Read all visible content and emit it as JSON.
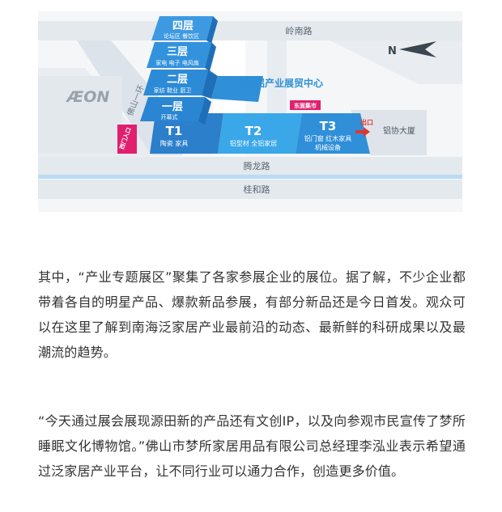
{
  "map": {
    "roads": {
      "top": "岭南路",
      "middle": "腾龙路",
      "bottom": "桂和路",
      "left": "佛山一环"
    },
    "compass": "N",
    "aeon_logo": "ÆON",
    "floors": [
      {
        "title": "四层",
        "subtitle": "论坛区 餐饮区"
      },
      {
        "title": "三层",
        "subtitle": "家电 电子 电风扇"
      },
      {
        "title": "二层",
        "subtitle": "家纺 鞋业 厨卫"
      },
      {
        "title": "一层",
        "subtitle": "开幕式"
      }
    ],
    "halls": [
      {
        "title": "T1",
        "subtitle": "陶瓷 家具"
      },
      {
        "title": "T2",
        "subtitle": "铝型材 全铝家居"
      },
      {
        "title": "T3",
        "subtitle": "铝门窗 红木家具",
        "subtitle2": "机械设备"
      }
    ],
    "center_name": "全球铝产业展贸中心",
    "entrance_west": "西门入口",
    "entrance_east": "东面集市",
    "exit_label": "出口",
    "building_label": "铝协大厦",
    "colors": {
      "floor_blue": "#2f8fd8",
      "hall_blue": "#39a7e8",
      "hall_dark": "#2c7fcb",
      "road_light": "#e7ecf1",
      "accent_pink": "#e0206e",
      "exit_red": "#e2362e",
      "water": "#b9dcf3"
    }
  },
  "article": {
    "paragraph1": "其中，“产业专题展区”聚集了各家参展企业的展位。据了解，不少企业都带着各自的明星产品、爆款新品参展，有部分新品还是今日首发。观众可以在这里了解到南海泛家居产业最前沿的动态、最新鲜的科研成果以及最潮流的趋势。",
    "paragraph2": "“今天通过展会展现源田新的产品还有文创IP，以及向参观市民宣传了梦所睡眠文化博物馆。”佛山市梦所家居用品有限公司总经理李泓业表示希望通过泛家居产业平台，让不同行业可以通力合作，创造更多价值。"
  }
}
